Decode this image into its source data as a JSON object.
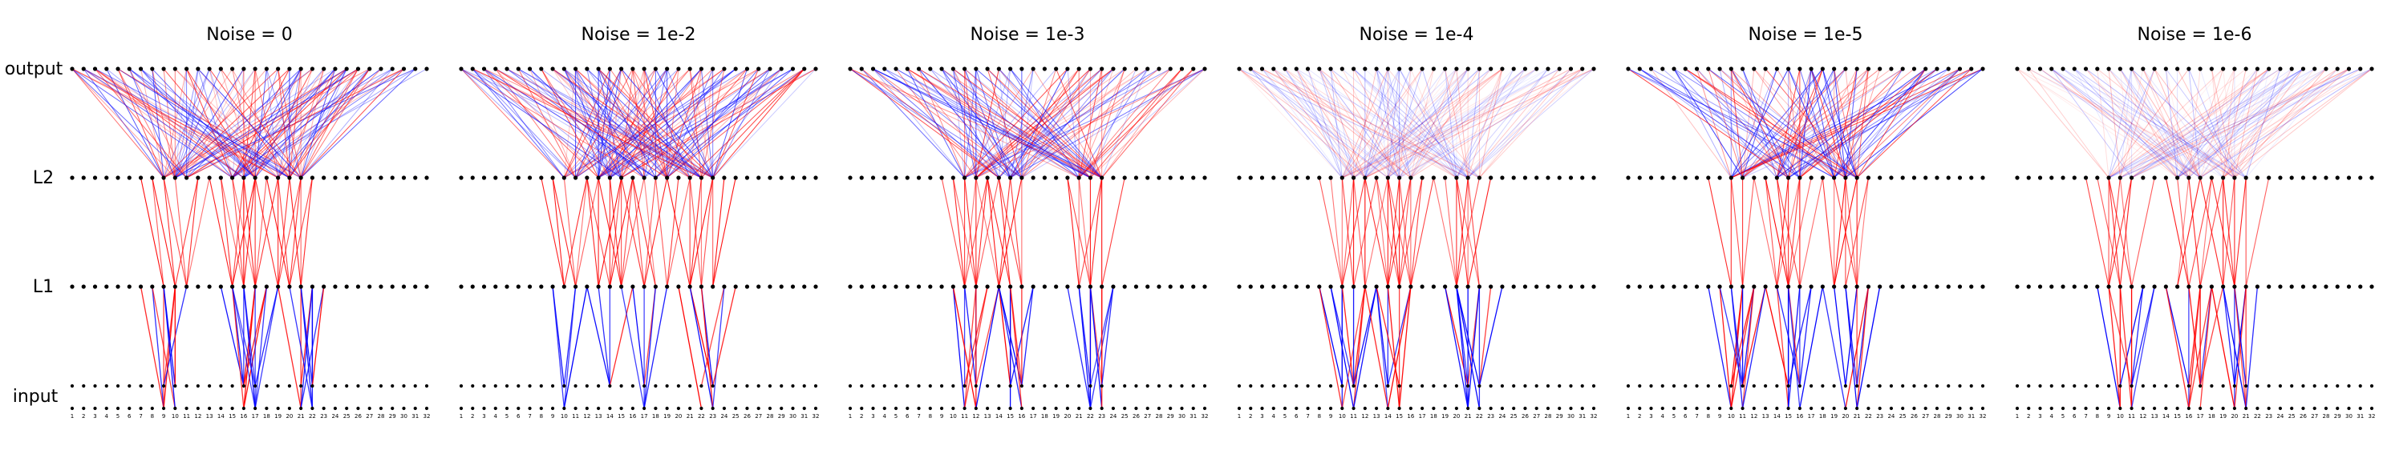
{
  "figure": {
    "row_labels": {
      "output": "output",
      "l2": "L2",
      "l1": "L1",
      "input": "input"
    },
    "input_index_labels": [
      "1",
      "2",
      "3",
      "4",
      "5",
      "6",
      "7",
      "8",
      "9",
      "10",
      "11",
      "12",
      "13",
      "14",
      "15",
      "16",
      "17",
      "18",
      "19",
      "20",
      "21",
      "22",
      "23",
      "24",
      "25",
      "26",
      "27",
      "28",
      "29",
      "30",
      "31",
      "32"
    ],
    "colors": {
      "positive": "#ff0000",
      "negative": "#0000ff",
      "node": "#000000",
      "background": "#ffffff"
    },
    "panels": [
      {
        "title": "Noise = 0",
        "active_inputs": [
          9,
          10,
          16,
          17,
          21,
          22
        ],
        "active_l1": [
          9,
          10,
          11,
          15,
          16,
          17,
          19,
          20,
          21
        ]
      },
      {
        "title": "Noise = 1e-2",
        "active_inputs": [
          10,
          14,
          17,
          22,
          23
        ],
        "active_l1": [
          10,
          11,
          13,
          14,
          15,
          17,
          18,
          19,
          21,
          22,
          23
        ]
      },
      {
        "title": "Noise = 1e-3",
        "active_inputs": [
          11,
          12,
          15,
          16,
          22,
          23
        ],
        "active_l1": [
          11,
          12,
          14,
          15,
          16,
          21,
          22,
          23
        ]
      },
      {
        "title": "Noise = 1e-4",
        "active_inputs": [
          10,
          11,
          14,
          15,
          21,
          22
        ],
        "active_l1": [
          10,
          11,
          12,
          14,
          15,
          16,
          20,
          21,
          22
        ]
      },
      {
        "title": "Noise = 1e-5",
        "active_inputs": [
          10,
          11,
          15,
          16,
          20,
          21
        ],
        "active_l1": [
          10,
          11,
          14,
          15,
          16,
          19,
          20,
          21
        ]
      },
      {
        "title": "Noise = 1e-6",
        "active_inputs": [
          10,
          11,
          16,
          17,
          20,
          21
        ],
        "active_l1": [
          9,
          10,
          11,
          15,
          16,
          17,
          19,
          20,
          21
        ]
      }
    ]
  }
}
